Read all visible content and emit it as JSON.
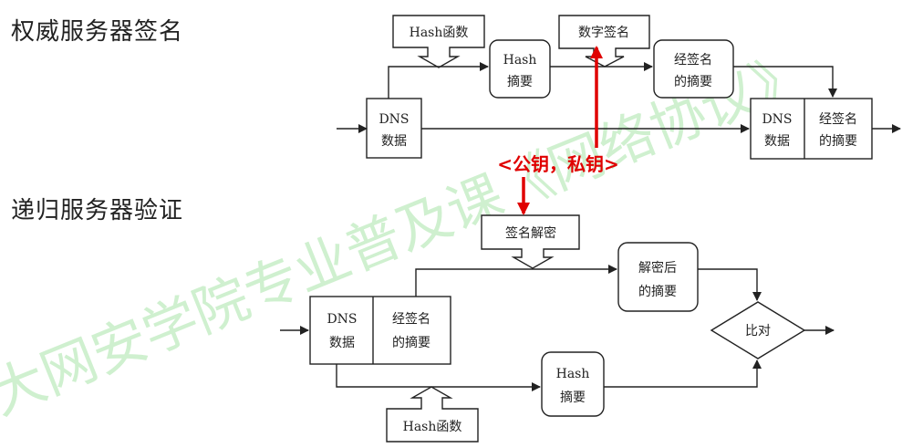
{
  "titles": {
    "authority_sign": "权威服务器签名",
    "recursive_verify": "递归服务器验证"
  },
  "top": {
    "hash_function": "Hash函数",
    "hash_digest_line1": "Hash",
    "hash_digest_line2": "摘要",
    "digital_signature": "数字签名",
    "signed_digest_line1": "经签名",
    "signed_digest_line2": "的摘要",
    "dns_data_line1": "DNS",
    "dns_data_line2": "数据",
    "out_dns_line1": "DNS",
    "out_dns_line2": "数据",
    "out_signed_line1": "经签名",
    "out_signed_line2": "的摘要"
  },
  "keys_label": "<公钥，私钥>",
  "bottom": {
    "signature_decrypt": "签名解密",
    "decrypted_digest_line1": "解密后",
    "decrypted_digest_line2": "的摘要",
    "dns_data_line1": "DNS",
    "dns_data_line2": "数据",
    "signed_digest_line1": "经签名",
    "signed_digest_line2": "的摘要",
    "compare": "比对",
    "hash_digest_line1": "Hash",
    "hash_digest_line2": "摘要",
    "hash_function": "Hash函数"
  },
  "watermark": "大网安学院专业普及课《网络协议》",
  "colors": {
    "key_red": "#e00000",
    "line": "#222222",
    "watermark_green": "#a8e4a8"
  }
}
